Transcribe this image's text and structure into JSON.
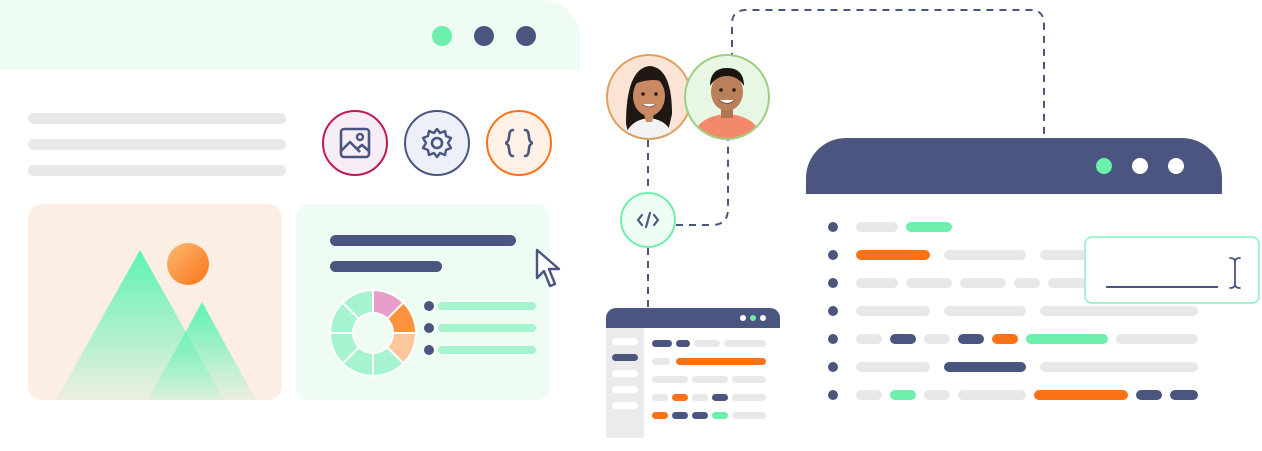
{
  "colors": {
    "navy": "#4a5680",
    "orange": "#f97316",
    "green": "#6ef0ad",
    "light_green_panel": "#eefcf4",
    "peach_panel": "#fdeee4",
    "pink_ring": "#c2185b",
    "gray_placeholder": "#e8e8ea"
  },
  "left_window": {
    "title_bar_dots": [
      "green",
      "navy",
      "navy"
    ],
    "icon_buttons": [
      "image-icon",
      "gear-icon",
      "braces-icon"
    ],
    "donut_segments": [
      "pink",
      "orange",
      "peach",
      "light-green",
      "light-green",
      "light-green",
      "light-green",
      "light-green"
    ],
    "legend_items": 3
  },
  "avatars": [
    "woman-avatar",
    "man-avatar"
  ],
  "connector_icon": "code-icon",
  "small_window": {
    "title_bar_dots": [
      "white",
      "green",
      "white"
    ]
  },
  "right_window": {
    "title_bar_dots": [
      "green",
      "white",
      "white"
    ],
    "row_count": 7,
    "overlay_input": "text-cursor-icon"
  }
}
